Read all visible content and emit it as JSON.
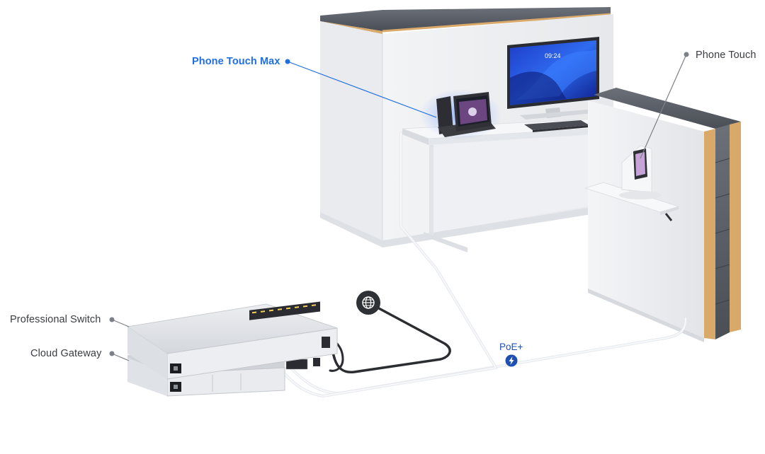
{
  "labels": {
    "phone_touch_max": "Phone Touch Max",
    "phone_touch": "Phone Touch",
    "professional_switch": "Professional Switch",
    "cloud_gateway": "Cloud Gateway",
    "poe": "PoE+",
    "monitor_time": "09:24"
  },
  "colors": {
    "accent_blue": "#1f6fe0",
    "poe_badge": "#1f4fb0",
    "label_text": "#3b3d42",
    "wall": "#ebedf0",
    "brick": "#5b5f66",
    "wood": "#d9a96a"
  },
  "icons": {
    "internet": "globe-icon",
    "power": "bolt-icon"
  }
}
